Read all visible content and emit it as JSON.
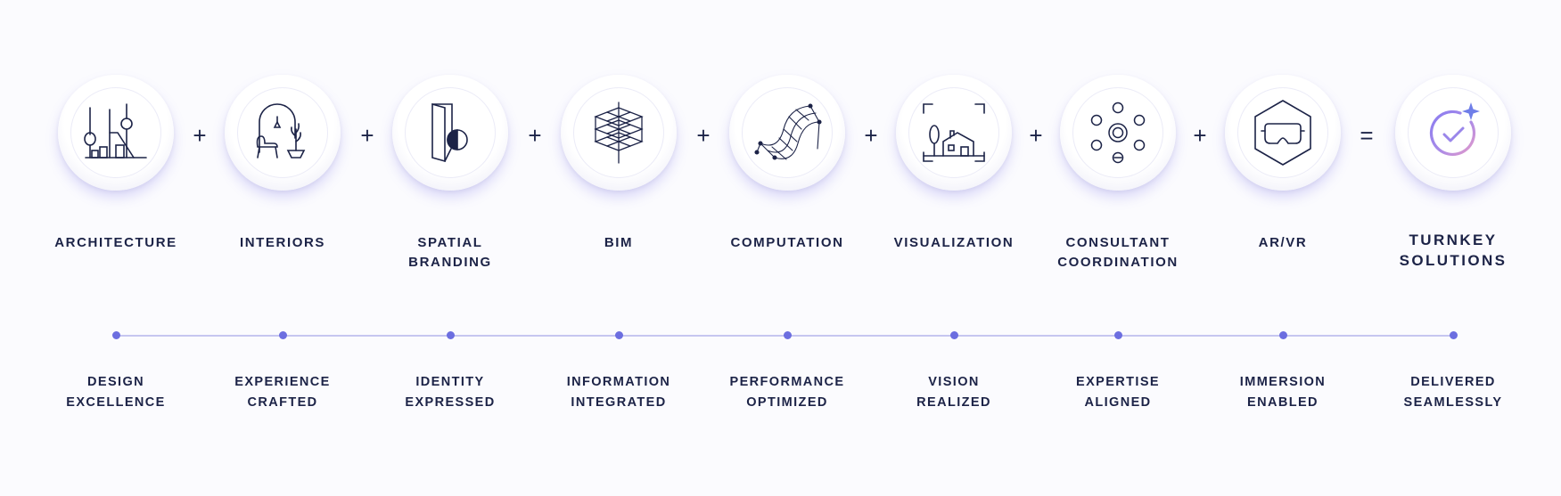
{
  "items": [
    {
      "title_line1": "ARCHITECTURE",
      "title_line2": "",
      "sub_line1": "DESIGN",
      "sub_line2": "EXCELLENCE",
      "icon": "architecture-icon"
    },
    {
      "title_line1": "INTERIORS",
      "title_line2": "",
      "sub_line1": "EXPERIENCE",
      "sub_line2": "CRAFTED",
      "icon": "interiors-icon"
    },
    {
      "title_line1": "SPATIAL",
      "title_line2": "BRANDING",
      "sub_line1": "IDENTITY",
      "sub_line2": "EXPRESSED",
      "icon": "spatial-branding-icon"
    },
    {
      "title_line1": "BIM",
      "title_line2": "",
      "sub_line1": "INFORMATION",
      "sub_line2": "INTEGRATED",
      "icon": "bim-icon"
    },
    {
      "title_line1": "COMPUTATION",
      "title_line2": "",
      "sub_line1": "PERFORMANCE",
      "sub_line2": "OPTIMIZED",
      "icon": "computation-icon"
    },
    {
      "title_line1": "VISUALIZATION",
      "title_line2": "",
      "sub_line1": "VISION",
      "sub_line2": "REALIZED",
      "icon": "visualization-icon"
    },
    {
      "title_line1": "CONSULTANT",
      "title_line2": "COORDINATION",
      "sub_line1": "EXPERTISE",
      "sub_line2": "ALIGNED",
      "icon": "consultant-coordination-icon"
    },
    {
      "title_line1": "AR/VR",
      "title_line2": "",
      "sub_line1": "IMMERSION",
      "sub_line2": "ENABLED",
      "icon": "ar-vr-icon"
    },
    {
      "title_line1": "TURNKEY",
      "title_line2": "SOLUTIONS",
      "sub_line1": "DELIVERED",
      "sub_line2": "SEAMLESSLY",
      "icon": "check-sparkle-icon"
    }
  ],
  "operators": [
    "+",
    "+",
    "+",
    "+",
    "+",
    "+",
    "+",
    "="
  ],
  "colors": {
    "text": "#1c2347",
    "accent": "#6c6ee0",
    "line": "#c6c6f0",
    "background": "#fbfbfe"
  }
}
